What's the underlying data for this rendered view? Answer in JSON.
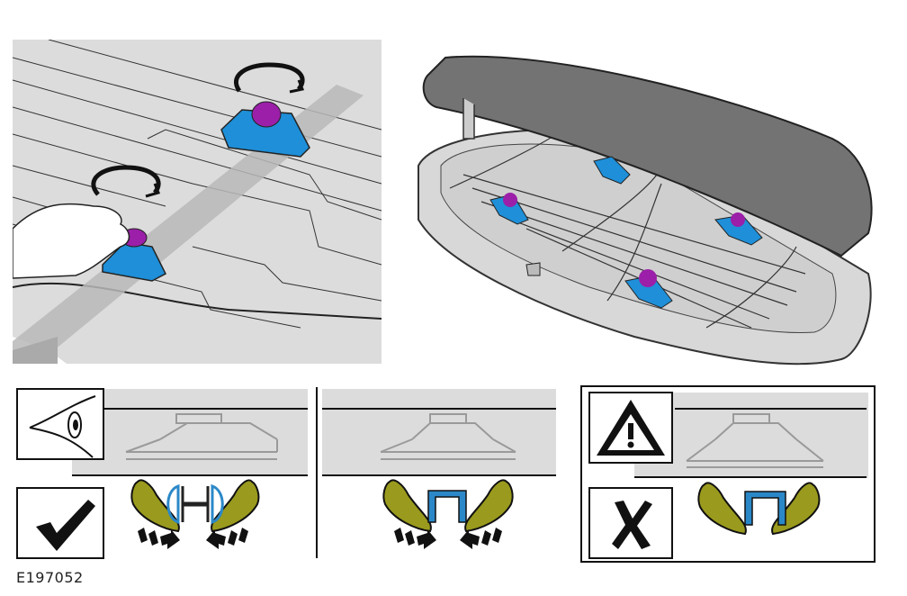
{
  "figure": {
    "reference_id": "E197052",
    "panels": [
      {
        "id": "tighten-knobs",
        "icon": "rotate-arrow-icon"
      },
      {
        "id": "roof-box-open",
        "icon": "roof-box"
      },
      {
        "id": "inspect-correct",
        "icons": [
          "eye-inspect-icon",
          "check-mark-icon"
        ]
      },
      {
        "id": "clamp-engaged"
      },
      {
        "id": "incorrect-mounting",
        "icons": [
          "warning-triangle-icon",
          "cross-mark-icon"
        ]
      }
    ]
  },
  "colors": {
    "clamp_blue": "#1e8fd8",
    "knob_purple": "#9b1fa8",
    "hook_olive": "#9a9a1e",
    "panel_gray": "#dedede",
    "lid_gray": "#707070",
    "rail_blue": "#2b88c8"
  }
}
